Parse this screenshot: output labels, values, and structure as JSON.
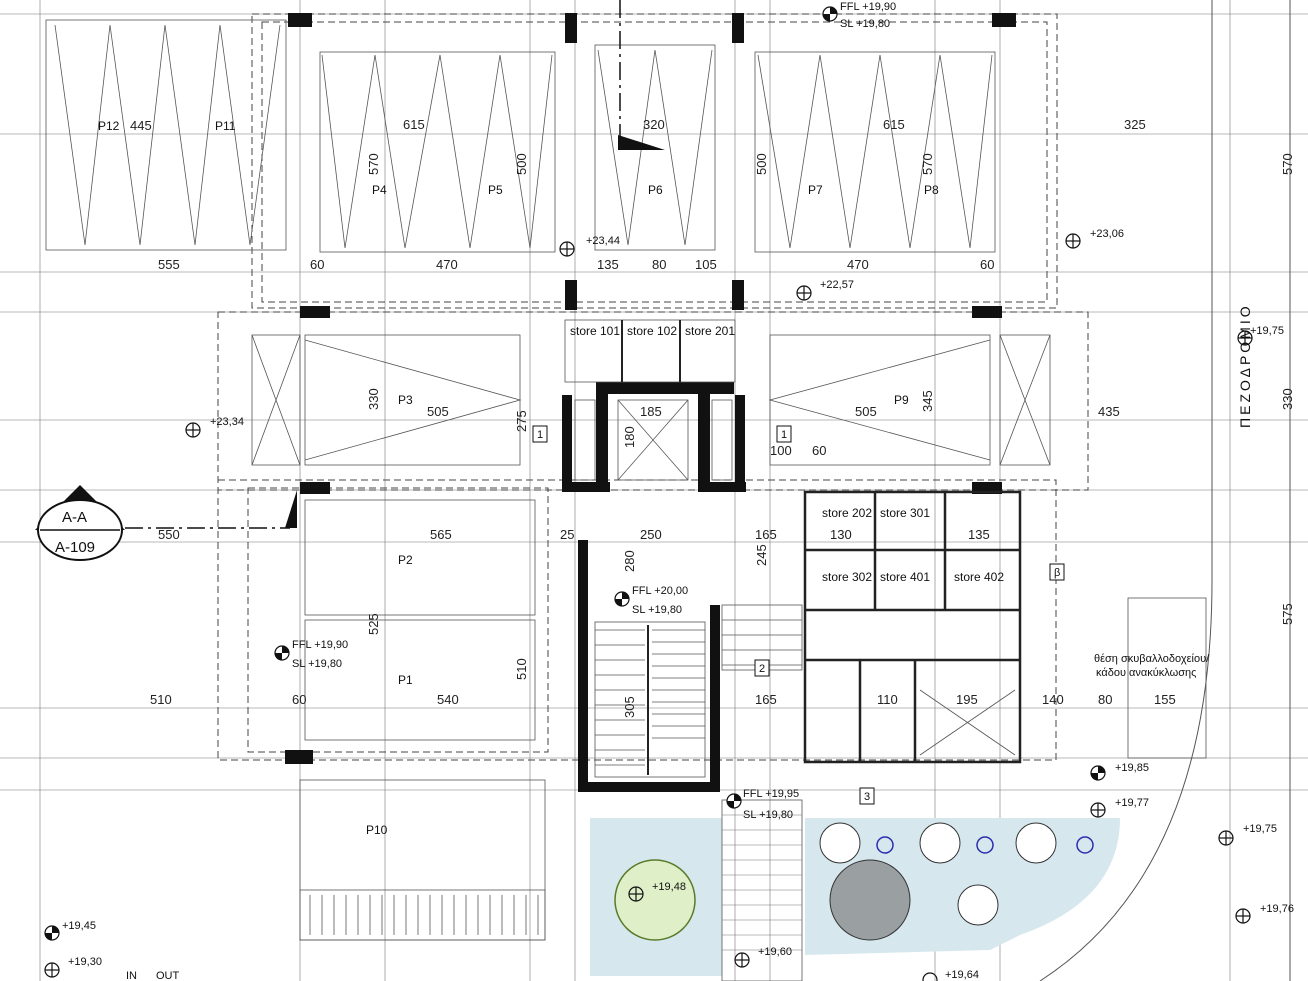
{
  "section": {
    "label": "A-A",
    "sheet": "A-109"
  },
  "parking": [
    "P1",
    "P2",
    "P3",
    "P4",
    "P5",
    "P6",
    "P7",
    "P8",
    "P9",
    "P10",
    "P11",
    "P12"
  ],
  "stores": [
    "store 101",
    "store 102",
    "store 201",
    "store 202",
    "store 301",
    "store 302",
    "store 401",
    "store 402"
  ],
  "street_label": "ΠΕΖΟΔΡΟΜΙΟ",
  "bin_label_1": "θέση σκυβαλλοδοχείου/",
  "bin_label_2": "κάδου ανακύκλωσης",
  "ffl_top": "FFL +19,90",
  "sl_top": "SL +19,80",
  "ffl_stair": "FFL +20,00",
  "sl_stair": "SL +19,80",
  "ffl_p1": "FFL +19,90",
  "sl_p1": "SL +19,80",
  "ffl_entry": "FFL +19,95",
  "sl_entry": "SL +19,80",
  "levels": {
    "l2344": "+23,44",
    "l2306": "+23,06",
    "l2257": "+22,57",
    "l2334": "+23,34",
    "l1975a": "+19,75",
    "l1985": "+19,85",
    "l1977": "+19,77",
    "l1975b": "+19,75",
    "l1976": "+19,76",
    "l1848": "+19,48",
    "l1960": "+19,60",
    "l1964": "+19,64",
    "l1945": "+19,45",
    "l1930": "+19,30"
  },
  "in_label": "IN",
  "out_label": "OUT",
  "tags": [
    "1",
    "1",
    "2",
    "3",
    "β"
  ],
  "dims": {
    "d445": "445",
    "d615a": "615",
    "d320": "320",
    "d615b": "615",
    "d325": "325",
    "d555": "555",
    "d60a": "60",
    "d470a": "470",
    "d135a": "135",
    "d80a": "80",
    "d105": "105",
    "d470b": "470",
    "d60b": "60",
    "d505a": "505",
    "d505b": "505",
    "d435": "435",
    "d330a": "330",
    "d345": "345",
    "d330b": "330",
    "d275": "275",
    "d550": "550",
    "d565": "565",
    "d250": "250",
    "d280": "280",
    "d245": "245",
    "d165a": "165",
    "d510a": "510",
    "d60c": "60",
    "d540": "540",
    "d305": "305",
    "d165b": "165",
    "d140": "140",
    "d155": "155",
    "d80b": "80",
    "d525": "525",
    "d510b": "510",
    "d570a": "570",
    "d570b": "570",
    "d570c": "570",
    "d575": "575",
    "d500a": "500",
    "d500b": "500",
    "d25": "25",
    "d110": "110",
    "d185": "185",
    "d195": "195",
    "d130": "130",
    "d135b": "135",
    "d100": "100",
    "d60d": "60",
    "d180": "180"
  }
}
